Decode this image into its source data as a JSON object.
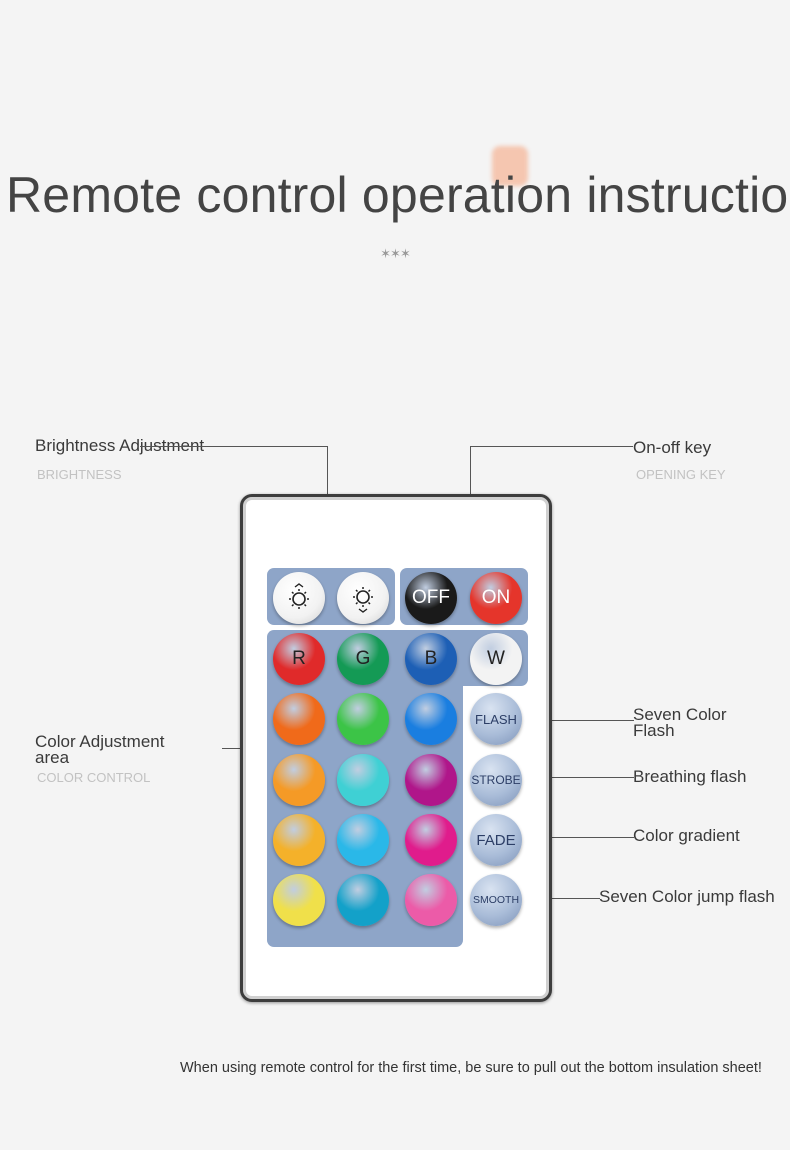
{
  "title": "Remote control operation instructio",
  "decoration": "✶✶✶",
  "callouts": {
    "brightness": {
      "label": "Brightness Adjustment",
      "sublabel": "BRIGHTNESS"
    },
    "onoff": {
      "label": "On-off key",
      "sublabel": "OPENING KEY"
    },
    "color_area": {
      "label_line1": "Color Adjustment",
      "label_line2": "area",
      "sublabel": "COLOR CONTROL"
    },
    "flash": {
      "label_line1": "Seven Color",
      "label_line2": "Flash"
    },
    "strobe": {
      "label": "Breathing flash"
    },
    "fade": {
      "label": "Color gradient"
    },
    "smooth": {
      "label": "Seven Color jump flash"
    }
  },
  "remote": {
    "brightness_buttons": [
      {
        "icon": "brightness-up-icon"
      },
      {
        "icon": "brightness-down-icon"
      }
    ],
    "power_buttons": [
      {
        "label": "OFF",
        "color": "#1a1a1a"
      },
      {
        "label": "ON",
        "color": "#e5352b"
      }
    ],
    "rgbw_buttons": [
      {
        "label": "R",
        "color": "#e02a2a"
      },
      {
        "label": "G",
        "color": "#149a55"
      },
      {
        "label": "B",
        "color": "#1d5fb5"
      },
      {
        "label": "W",
        "color": "#f3f3f3"
      }
    ],
    "color_buttons": [
      [
        "#f06a1a",
        "#3cc447",
        "#1a7ee0"
      ],
      [
        "#f59a26",
        "#3fd0d4",
        "#b0168a"
      ],
      [
        "#f4b12a",
        "#2ab8e8",
        "#e01c8c"
      ],
      [
        "#f0e04a",
        "#13a1c9",
        "#ec5ba8"
      ]
    ],
    "effect_buttons": [
      {
        "label": "FLASH"
      },
      {
        "label": "STROBE"
      },
      {
        "label": "FADE"
      },
      {
        "label": "SMOOTH"
      }
    ]
  },
  "footer_note": "When using remote control for the first time, be sure to pull out the bottom insulation sheet!"
}
